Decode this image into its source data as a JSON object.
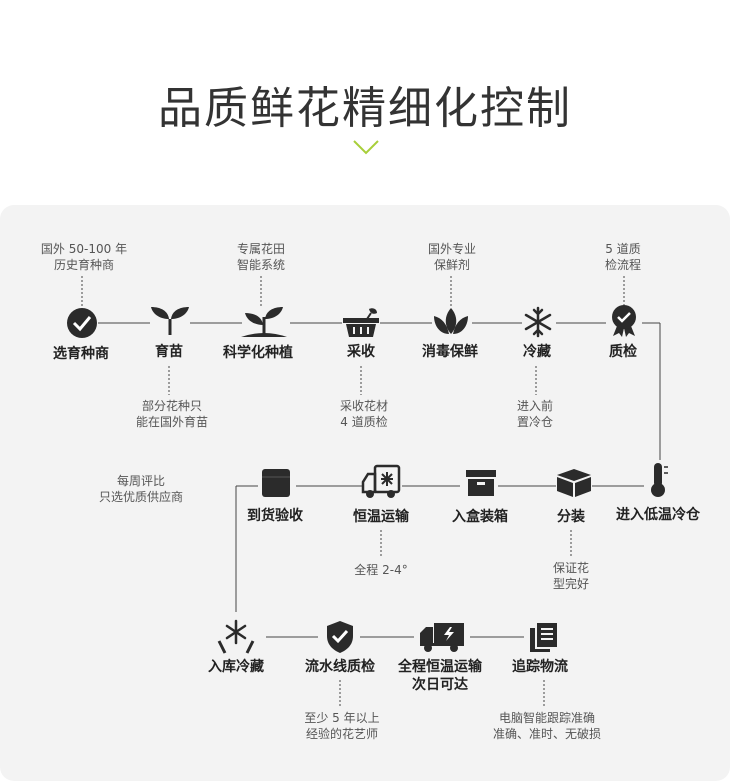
{
  "title": "品质鲜花精细化控制",
  "steps": {
    "s1": "选育种商",
    "s2": "育苗",
    "s3": "科学化种植",
    "s4": "采收",
    "s5": "消毒保鲜",
    "s6": "冷藏",
    "s7": "质检",
    "s8": "进入低温冷仓",
    "s9": "分装",
    "s10": "入盒装箱",
    "s11": "恒温运输",
    "s12": "到货验收",
    "s13": "入库冷藏",
    "s14": "流水线质检",
    "s15a": "全程恒温运输",
    "s15b": "次日可达",
    "s16": "追踪物流"
  },
  "notes": {
    "n1a": "国外 50-100 年",
    "n1b": "历史育种商",
    "n2a": "部分花种只",
    "n2b": "能在国外育苗",
    "n3a": "专属花田",
    "n3b": "智能系统",
    "n4a": "采收花材",
    "n4b": "4 道质检",
    "n5a": "国外专业",
    "n5b": "保鲜剂",
    "n6a": "进入前",
    "n6b": "置冷仓",
    "n7a": "5 道质",
    "n7b": "检流程",
    "n9a": "保证花",
    "n9b": "型完好",
    "n11": "全程 2-4°",
    "n12a": "每周评比",
    "n12b": "只选优质供应商",
    "n14a": "至少 5 年以上",
    "n14b": "经验的花艺师",
    "n16a": "电脑智能跟踪准确",
    "n16b": "准确、准时、无破损"
  },
  "colors": {
    "icon": "#2b2b2b",
    "accent": "#a8cf3a",
    "line": "#444444",
    "panel": "#f3f3f3"
  },
  "icons": [
    "check-circle-icon",
    "sprout-icon",
    "plant-icon",
    "basket-icon",
    "lotus-icon",
    "snowflake-icon",
    "badge-check-icon",
    "thermometer-icon",
    "box-open-icon",
    "box-icon",
    "truck-snow-icon",
    "square-box-icon",
    "snow-hand-icon",
    "shield-check-icon",
    "truck-fast-icon",
    "documents-icon"
  ]
}
